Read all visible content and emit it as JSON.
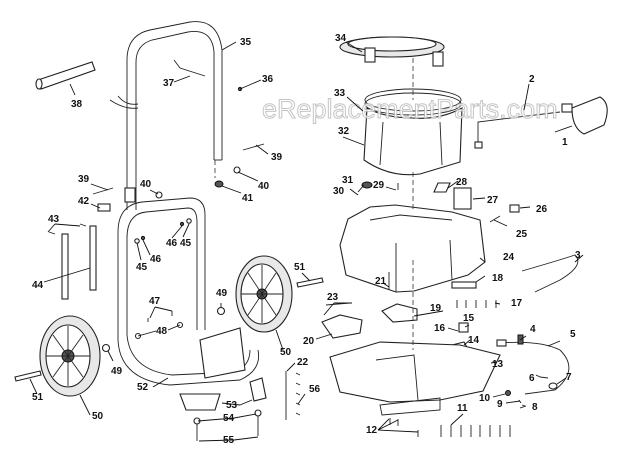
{
  "watermark": "eReplacementParts.com",
  "callouts": {
    "c1": "1",
    "c2": "2",
    "c3": "3",
    "c4": "4",
    "c5": "5",
    "c6": "6",
    "c7": "7",
    "c8": "8",
    "c9": "9",
    "c10": "10",
    "c11": "11",
    "c12": "12",
    "c13": "13",
    "c14": "14",
    "c15": "15",
    "c16": "16",
    "c17": "17",
    "c18": "18",
    "c19": "19",
    "c20": "20",
    "c21": "21",
    "c22": "22",
    "c23": "23",
    "c24": "24",
    "c25": "25",
    "c26": "26",
    "c27": "27",
    "c28": "28",
    "c29": "29",
    "c30": "30",
    "c31": "31",
    "c32": "32",
    "c33": "33",
    "c34": "34",
    "c35": "35",
    "c36": "36",
    "c37": "37",
    "c38": "38",
    "c39a": "39",
    "c39b": "39",
    "c40a": "40",
    "c40b": "40",
    "c41": "41",
    "c42": "42",
    "c43": "43",
    "c44": "44",
    "c45a": "45",
    "c45b": "45",
    "c46a": "46",
    "c46b": "46",
    "c47": "47",
    "c48": "48",
    "c49a": "49",
    "c49b": "49",
    "c50a": "50",
    "c50b": "50",
    "c51a": "51",
    "c51b": "51",
    "c52": "52",
    "c53": "53",
    "c54": "54",
    "c55": "55",
    "c56": "56"
  },
  "colors": {
    "line": "#222222",
    "background": "#ffffff",
    "watermark": "#bbbbbb"
  }
}
